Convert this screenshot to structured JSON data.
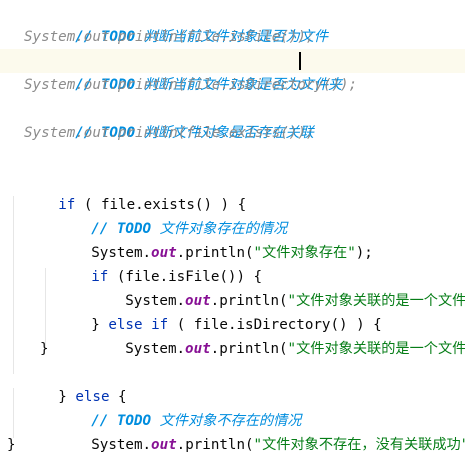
{
  "editor": {
    "lines": {
      "l1": {
        "todo": "// TODO",
        "text": " 判断当前文件对象是否为文件"
      },
      "l2": {
        "code": "System.out.println(file.isFile());"
      },
      "l3": {
        "todo": "// TODO",
        "text": " 判断当前文件对象是否为文件夹"
      },
      "l4": {
        "code": "System.out.println(file.isDirectory());"
      },
      "l5": {
        "todo": "// TODO",
        "text": " 判断文件对象是否存在关联"
      },
      "l6": {
        "code": "System.out.println(file.exists());"
      },
      "l8": {
        "kw": "if",
        "rest": " ( file.exists() ) {"
      },
      "l9": {
        "todo": "// TODO",
        "text": " 文件对象存在的情况"
      },
      "l10": {
        "pre": "System.",
        "field": "out",
        "mid": ".println(",
        "str": "\"文件对象存在\"",
        "end": ");"
      },
      "l11": {
        "kw": "if",
        "rest": " (file.isFile()) {"
      },
      "l12": {
        "pre": "System.",
        "field": "out",
        "mid": ".println(",
        "str": "\"文件对象关联的是一个文件\"",
        "end": ");"
      },
      "l13": {
        "brace": "} ",
        "kw1": "else",
        "sp": " ",
        "kw2": "if",
        "rest": " ( file.isDirectory() ) {"
      },
      "l14": {
        "pre": "System.",
        "field": "out",
        "mid": ".println(",
        "str": "\"文件对象关联的是一个文件夹\"",
        "end": ");"
      },
      "l15": {
        "brace": "}"
      },
      "l16": {
        "brace": "} ",
        "kw": "else",
        "rest": " {"
      },
      "l17": {
        "todo": "// TODO",
        "text": " 文件对象不存在的情况"
      },
      "l18": {
        "pre": "System.",
        "field": "out",
        "mid": ".println(",
        "str": "\"文件对象不存在，没有关联成功\"",
        "end": ");"
      },
      "l19": {
        "brace": "}"
      }
    }
  }
}
